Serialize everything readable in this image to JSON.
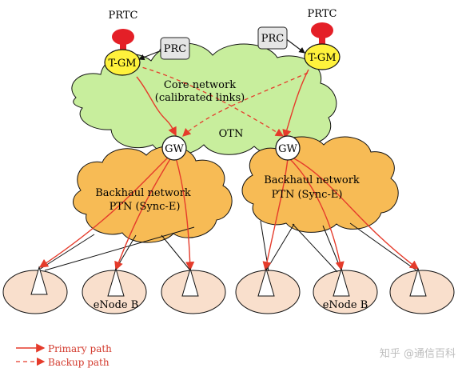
{
  "labels": {
    "prtc_left": "PRTC",
    "prtc_right": "PRTC",
    "prc_left": "PRC",
    "prc_right": "PRC",
    "tgm_left": "T-GM",
    "tgm_right": "T-GM",
    "core_title": "Core network",
    "core_subtitle": "(calibrated links)",
    "otn": "OTN",
    "gw_left": "GW",
    "gw_right": "GW",
    "backhaul_left_title": "Backhaul network",
    "backhaul_left_subtitle": "PTN (Sync-E)",
    "backhaul_right_title": "Backhaul network",
    "backhaul_right_subtitle": "PTN (Sync-E)",
    "enodeb_left": "eNode B",
    "enodeb_right": "eNode B"
  },
  "legend": {
    "primary": "Primary path",
    "backup": "Backup path"
  },
  "watermark": "知乎 @通信百科",
  "colors": {
    "primary_path": "#e53b2b",
    "backup_path": "#e53b2b",
    "core_cloud": "#c8ee9d",
    "backhaul_cloud": "#f7bb55",
    "tgm_fill": "#fff23c",
    "prtc_red": "#e41f27",
    "prc_fill": "#e5e5e5",
    "enodeb_fill": "#f9dfcc"
  }
}
